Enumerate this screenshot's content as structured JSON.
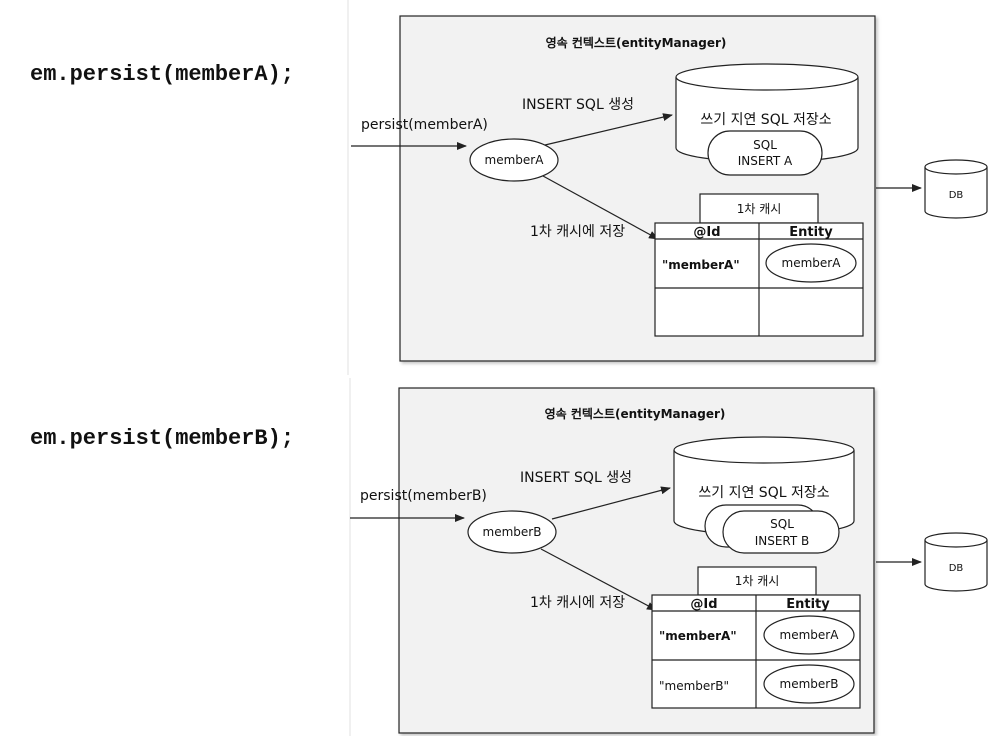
{
  "code_lines": {
    "a": "em.persist(memberA);",
    "b": "em.persist(memberB);"
  },
  "diagram_a": {
    "context_title": "영속 컨텍스트(entityManager)",
    "call_label": "persist(memberA)",
    "entity_node": "memberA",
    "insert_label": "INSERT SQL 생성",
    "store_label": "쓰기 지연 SQL 저장소",
    "sql_boxes": [
      {
        "line1": "SQL",
        "line2": "INSERT A"
      }
    ],
    "cache_save_label": "1차 캐시에 저장",
    "cache_title": "1차 캐시",
    "cache_headers": [
      "@Id",
      "Entity"
    ],
    "cache_rows": [
      {
        "id": "\"memberA\"",
        "entity": "memberA"
      }
    ],
    "db_label": "DB"
  },
  "diagram_b": {
    "context_title": "영속 컨텍스트(entityManager)",
    "call_label": "persist(memberB)",
    "entity_node": "memberB",
    "insert_label": "INSERT SQL 생성",
    "store_label": "쓰기 지연 SQL 저장소",
    "sql_boxes": [
      {
        "line1": "SQL",
        "line2": "INSERT B"
      }
    ],
    "cache_save_label": "1차 캐시에 저장",
    "cache_title": "1차 캐시",
    "cache_headers": [
      "@Id",
      "Entity"
    ],
    "cache_rows": [
      {
        "id": "\"memberA\"",
        "entity": "memberA"
      },
      {
        "id": "\"memberB\"",
        "entity": "memberB"
      }
    ],
    "db_label": "DB"
  },
  "colors": {
    "panel_bg": "#f2f2f2",
    "stroke": "#222222",
    "shadow": "#b0b0b0"
  }
}
